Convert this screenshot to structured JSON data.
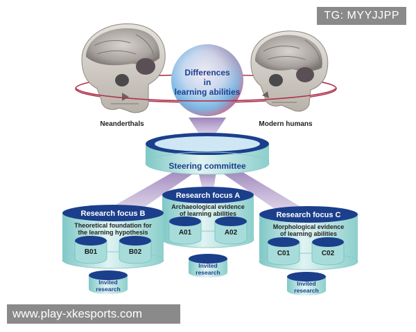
{
  "watermark_tag": "TG: MYYJJPP",
  "watermark_url": "www.play-xkesports.com",
  "center_title": [
    "Differences",
    "in",
    "learning abilities"
  ],
  "left_label": "Neanderthals",
  "right_label": "Modern humans",
  "steering": "Steering committee",
  "focus_a": {
    "title": "Research focus A",
    "desc": [
      "Archaeological evidence",
      "of learning abilities"
    ],
    "units": [
      "A01",
      "A02"
    ],
    "invited": [
      "Invited",
      "research"
    ]
  },
  "focus_b": {
    "title": "Research focus B",
    "desc": [
      "Theoretical foundation for",
      "the learning hypothesis"
    ],
    "units": [
      "B01",
      "B02"
    ],
    "invited": [
      "Invited",
      "research"
    ]
  },
  "focus_c": {
    "title": "Research focus C",
    "desc": [
      "Morphological evidence",
      "of learning abilities"
    ],
    "units": [
      "C01",
      "C02"
    ],
    "invited": [
      "Invited",
      "research"
    ]
  },
  "colors": {
    "navy": "#1c3f8c",
    "teal_light": "#d6efee",
    "teal_mid": "#a8dcda",
    "teal_dark": "#6cbfbd",
    "ring": "#b0304a",
    "connector": "#9a7fb3"
  }
}
